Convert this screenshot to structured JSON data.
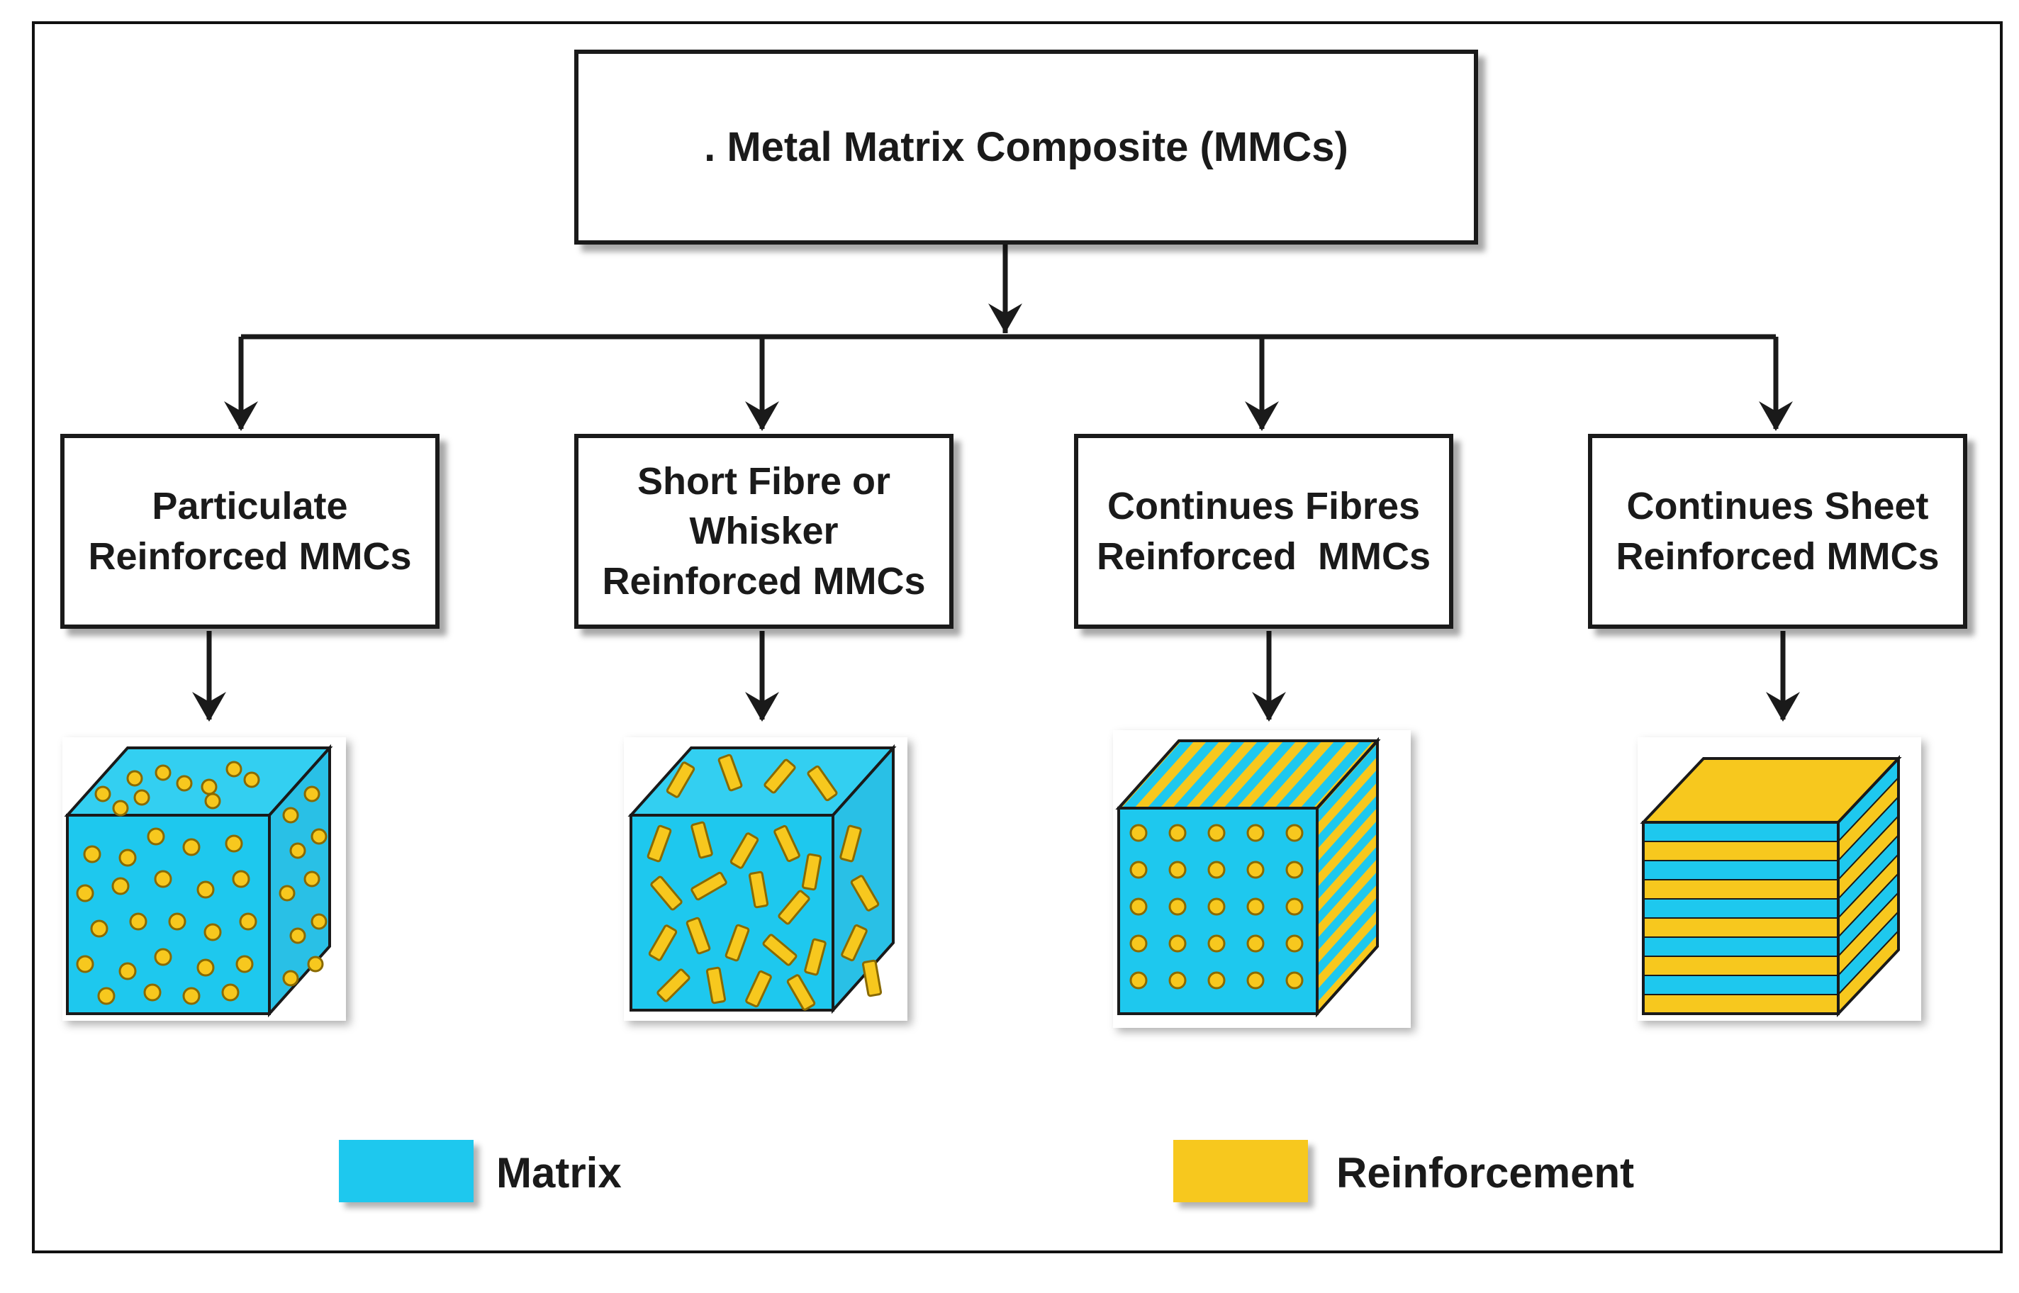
{
  "root": {
    "title": ". Metal Matrix Composite (MMCs)"
  },
  "categories": [
    {
      "lines": [
        "Particulate",
        "Reinforced MMCs"
      ]
    },
    {
      "lines": [
        "Short Fibre or",
        "Whisker",
        "Reinforced MMCs"
      ]
    },
    {
      "lines": [
        "Continues Fibres",
        "Reinforced  MMCs"
      ]
    },
    {
      "lines": [
        "Continues Sheet",
        "Reinforced MMCs"
      ]
    }
  ],
  "legend": {
    "matrix": {
      "label": "Matrix",
      "color": "#1ec8ee"
    },
    "reinforcement": {
      "label": "Reinforcement",
      "color": "#f7c81e"
    }
  },
  "colors": {
    "line": "#1a1a1a",
    "cube_outline": "#1a1a1a",
    "particle_outline": "#8a6a00"
  }
}
